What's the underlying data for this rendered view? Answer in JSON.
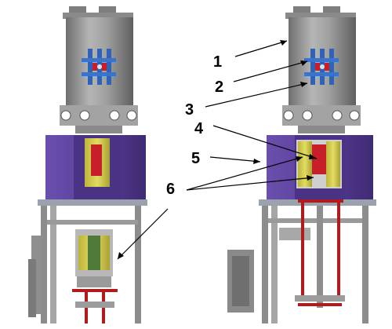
{
  "labels": {
    "l1": "1",
    "l2": "2",
    "l3": "3",
    "l4": "4",
    "l5": "5",
    "l6_left": "6",
    "l6_right": "6"
  },
  "colors": {
    "chamber": "#9a9a9a",
    "chamber_dark": "#6e6e6e",
    "magnet": "#5b3e99",
    "magnet_dark": "#3e2a70",
    "coil": "#d6d04a",
    "core_red": "#c81e2a",
    "core_green": "#4f7a3a",
    "trap_blue": "#2f63b8",
    "frame": "#8c8c8c",
    "rod_red": "#b01c1c"
  }
}
